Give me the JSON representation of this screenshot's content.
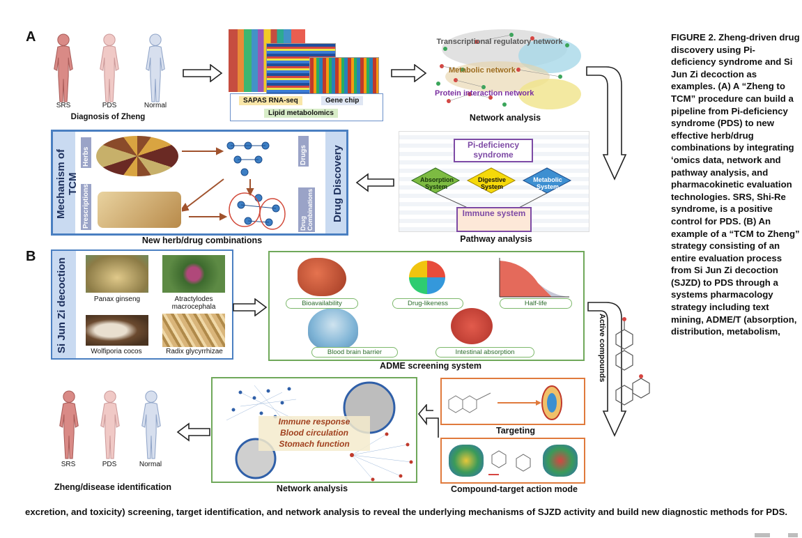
{
  "figure": {
    "panel_a_letter": "A",
    "panel_b_letter": "B",
    "humans_a": [
      "SRS",
      "PDS",
      "Normal"
    ],
    "humans_b": [
      "SRS",
      "PDS",
      "Normal"
    ],
    "diagnosis_label": "Diagnosis of Zheng",
    "omics": {
      "rnaseq": "SAPAS RNA-seq",
      "genechip": "Gene chip",
      "lipid": "Lipid metabolomics"
    },
    "network": {
      "transcriptional": "Transcriptional regulatory network",
      "metabolic": "Metabolic network",
      "protein": "Protein interaction network",
      "caption": "Network analysis"
    },
    "tcm": {
      "side_left": "Mechanism of TCM",
      "side_right": "Drug Discovery",
      "herbs": "Herbs",
      "prescriptions": "Prescriptions",
      "drugs": "Drugs",
      "drug_combinations": "Drug Combinations",
      "caption": "New herb/drug combinations"
    },
    "pathway": {
      "pi_deficiency": "Pi-deficiency syndrome",
      "absorption": "Absorption System",
      "digestive": "Digestive System",
      "metabolic": "Metabolic System",
      "immune": "Immune system",
      "caption": "Pathway analysis"
    },
    "sjzd": {
      "side": "Si Jun Zi decoction",
      "herbs": [
        "Panax ginseng",
        "Atractylodes macrocephala",
        "Wolfiporia cocos",
        "Radix glycyrrhizae"
      ]
    },
    "adme": {
      "tags": [
        "Bioavailability",
        "Drug-likeness",
        "Half-life",
        "Blood brain barrier",
        "Intestinal absorption"
      ],
      "caption": "ADME screening system"
    },
    "active_compounds": "Active compounds",
    "targeting": "Targeting",
    "compound_target": "Compound-target action mode",
    "network_b": {
      "lines": [
        "Immune response",
        "Blood circulation",
        "Stomach function"
      ],
      "caption": "Network analysis"
    },
    "zheng_identification": "Zheng/disease identification"
  },
  "caption_side": "FIGURE 2. Zheng-driven drug discovery using Pi-deficiency syndrome and Si Jun Zi decoction as examples. (A) A “Zheng to TCM” procedure can build a pipeline from Pi-deficiency syndrome (PDS) to new effective herb/drug combinations by integrating ʻomics data, network and pathway analysis, and pharmacokinetic evaluation technologies. SRS, Shi-Re syndrome, is a positive control for PDS. (B) An example of a “TCM to Zheng” strategy consisting of an entire evaluation process from Si Jun Zi decoction (SJZD) to PDS through a systems pharmacology strategy including text mining, ADME/T (absorption, distribution, metabolism,",
  "caption_bottom": "excretion, and toxicity) screening, target identification, and network analysis to reveal the underlying mechanisms of SJZD activity and build new diagnostic methods for PDS.",
  "colors": {
    "srs": "#d98a86",
    "pds": "#f0c9c6",
    "normal": "#c9d4e6",
    "blue_box": "#4a7fc1",
    "green_box": "#6fa85a",
    "orange_box": "#e07a3c"
  }
}
